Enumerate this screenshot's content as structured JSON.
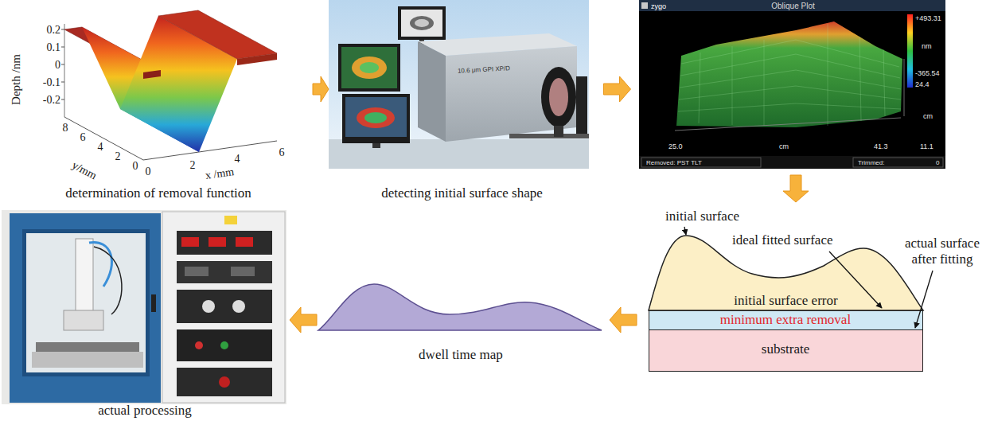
{
  "diagram": {
    "nodes": [
      {
        "text": [
          "determination of removal function"
        ]
      },
      {
        "text": [
          "detecting initial surface shape"
        ]
      },
      {
        "text": [
          "Oblique Plot"
        ]
      },
      {
        "text": [
          "initial surface",
          "ideal fitted surface",
          "actual surface after fitting"
        ]
      },
      {
        "text": [
          "initial surface error"
        ],
        "in": 3
      },
      {
        "text": [
          "minimum extra removal"
        ],
        "in": 3
      },
      {
        "text": [
          "substrate"
        ],
        "in": 3
      },
      {
        "text": [
          "dwell time map"
        ]
      },
      {
        "text": [
          "actual processing"
        ]
      }
    ],
    "edges": [
      {
        "from": 0,
        "to": 1,
        "arrow": "to"
      },
      {
        "from": 1,
        "to": 2,
        "arrow": "to"
      },
      {
        "from": 2,
        "to": 3,
        "arrow": "to"
      },
      {
        "from": 3,
        "to": 7,
        "arrow": "to"
      },
      {
        "from": 7,
        "to": 8,
        "arrow": "to"
      }
    ],
    "labels": [
      "Depth /nm",
      "0.2",
      "0.1",
      "0",
      "-0.1",
      "-0.2",
      "8",
      "6",
      "4",
      "2",
      "0",
      "y/mm",
      "0",
      "2",
      "4",
      "6",
      "x /mm",
      "10.6 μm GPI XP/D",
      "zygo",
      "+493.31",
      "nm",
      "-365.54",
      "24.4",
      "cm",
      "11.1",
      "25.0",
      "cm",
      "41.3",
      "Removed: PST TLT",
      "Trimmed:",
      "0"
    ]
  }
}
